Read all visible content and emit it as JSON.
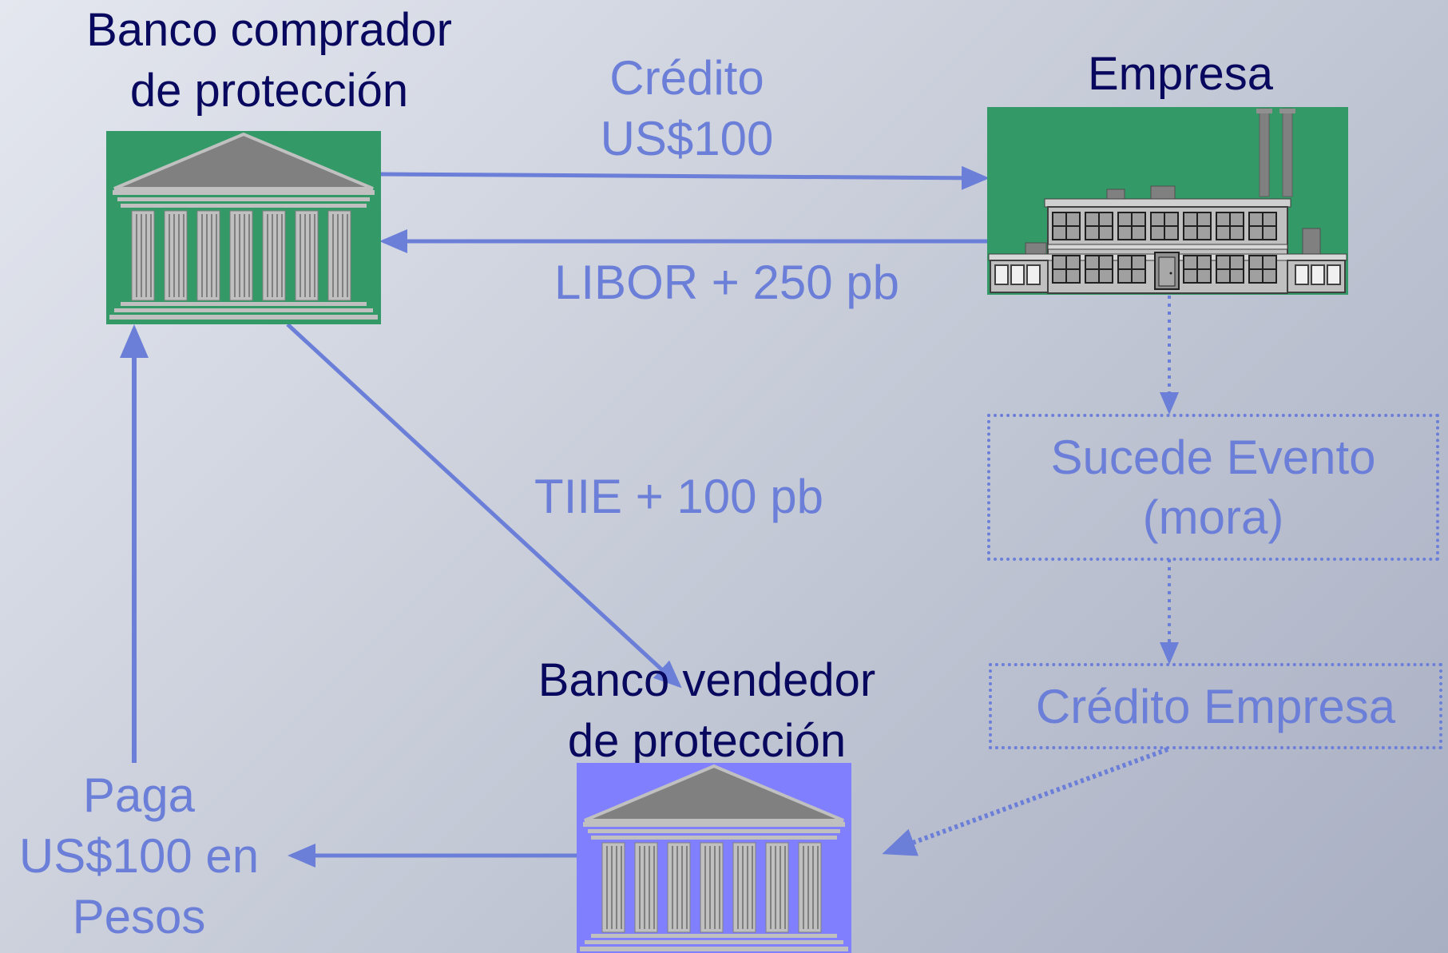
{
  "diagram": {
    "buyer_bank": {
      "line1": "Banco comprador",
      "line2": "de protección",
      "icon": "bank-icon"
    },
    "company": {
      "label": "Empresa",
      "icon": "factory-icon"
    },
    "seller_bank": {
      "line1": "Banco vendedor",
      "line2": "de protección",
      "icon": "bank-icon"
    },
    "credit_label": {
      "line1": "Crédito",
      "line2": "US$100"
    },
    "libor_label": "LIBOR + 250 pb",
    "tiie_label": "TIIE + 100 pb",
    "event_box": {
      "line1": "Sucede Evento",
      "line2": "(mora)"
    },
    "credit_company_box": "Crédito Empresa",
    "payment_label": {
      "line1": "Paga",
      "line2": "US$100 en",
      "line3": "Pesos"
    },
    "colors": {
      "title_text": "#08085e",
      "accent_blue": "#6b7fd8",
      "buyer_bank_bg": "#339966",
      "seller_bank_bg": "#8080ff",
      "company_bg": "#339966"
    }
  }
}
